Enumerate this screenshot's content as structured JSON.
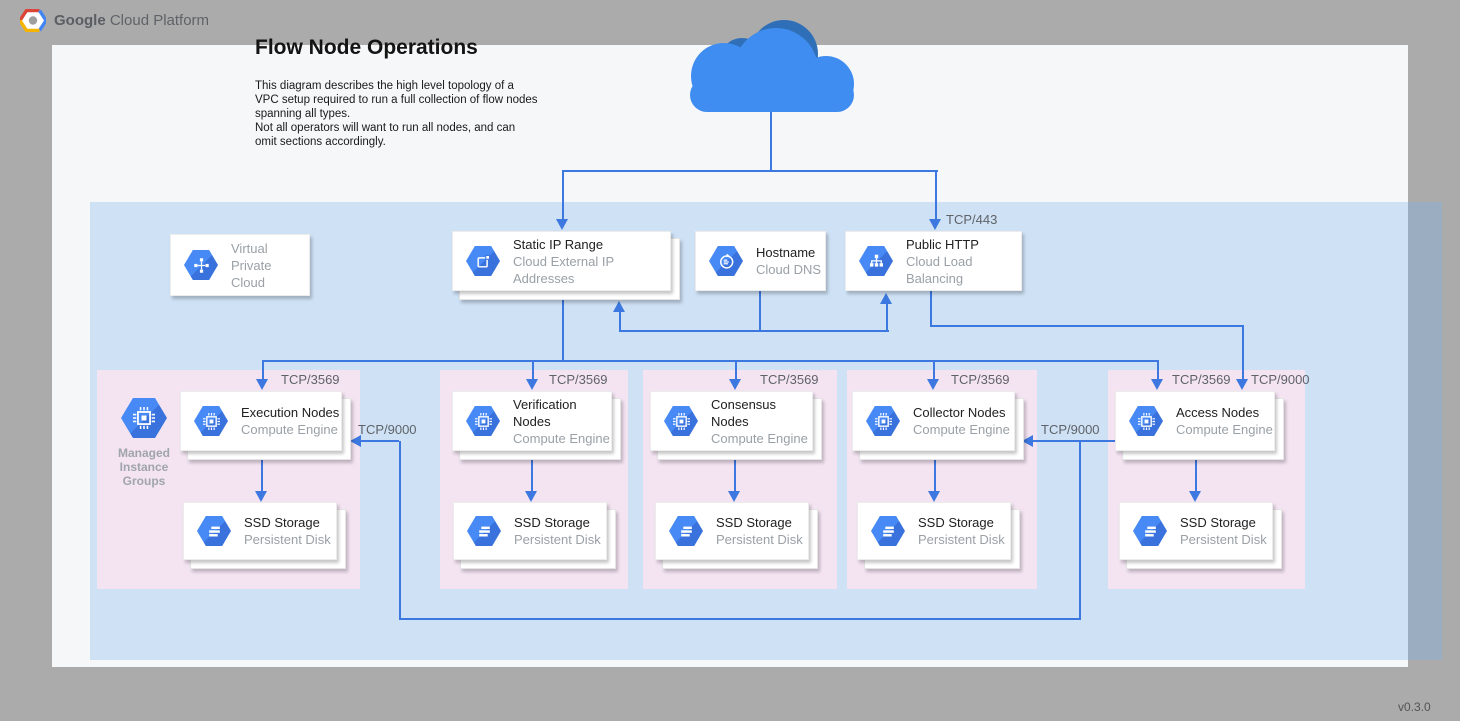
{
  "header": {
    "brand_primary": "Google",
    "brand_secondary": "Cloud Platform"
  },
  "title": "Flow Node Operations",
  "description": {
    "para1": "This diagram describes the high level topology of a VPC setup required to run a full collection of flow nodes spanning all types.",
    "para2": "Not all operators will want to run all nodes, and can omit sections accordingly."
  },
  "version": "v0.3.0",
  "ports": {
    "https": "TCP/443",
    "flow": "TCP/3569",
    "metrics": "TCP/9000"
  },
  "cards": {
    "vpc": {
      "line1": "Virtual",
      "line2": "Private Cloud"
    },
    "static_ip": {
      "title": "Static IP Range",
      "subtitle": "Cloud External IP Addresses"
    },
    "hostname": {
      "title": "Hostname",
      "subtitle": "Cloud DNS"
    },
    "public_http": {
      "title": "Public HTTP",
      "subtitle": "Cloud Load Balancing"
    }
  },
  "managed_instance_groups": {
    "line1": "Managed",
    "line2": "Instance",
    "line3": "Groups"
  },
  "groups": [
    {
      "id": "execution",
      "port": "TCP/3569",
      "node": {
        "title": "Execution Nodes",
        "subtitle": "Compute Engine"
      },
      "storage": {
        "title": "SSD Storage",
        "subtitle": "Persistent Disk"
      }
    },
    {
      "id": "verification",
      "port": "TCP/3569",
      "node": {
        "title": "Verification Nodes",
        "subtitle": "Compute Engine"
      },
      "storage": {
        "title": "SSD Storage",
        "subtitle": "Persistent Disk"
      }
    },
    {
      "id": "consensus",
      "port": "TCP/3569",
      "node": {
        "title": "Consensus Nodes",
        "subtitle": "Compute Engine"
      },
      "storage": {
        "title": "SSD Storage",
        "subtitle": "Persistent Disk"
      }
    },
    {
      "id": "collector",
      "port": "TCP/3569",
      "node": {
        "title": "Collector Nodes",
        "subtitle": "Compute Engine"
      },
      "storage": {
        "title": "SSD Storage",
        "subtitle": "Persistent Disk"
      }
    },
    {
      "id": "access",
      "port": "TCP/3569",
      "node": {
        "title": "Access Nodes",
        "subtitle": "Compute Engine"
      },
      "storage": {
        "title": "SSD Storage",
        "subtitle": "Persistent Disk"
      }
    }
  ],
  "colors": {
    "connector_blue": "#3c78e0",
    "icon_blue": "#4285f4",
    "zone_blue": "#d9eafc",
    "group_pink": "#f4e4f2",
    "cloud_light": "#3f8df0",
    "cloud_dark": "#2f6fb7",
    "background_gray": "#ababab"
  }
}
